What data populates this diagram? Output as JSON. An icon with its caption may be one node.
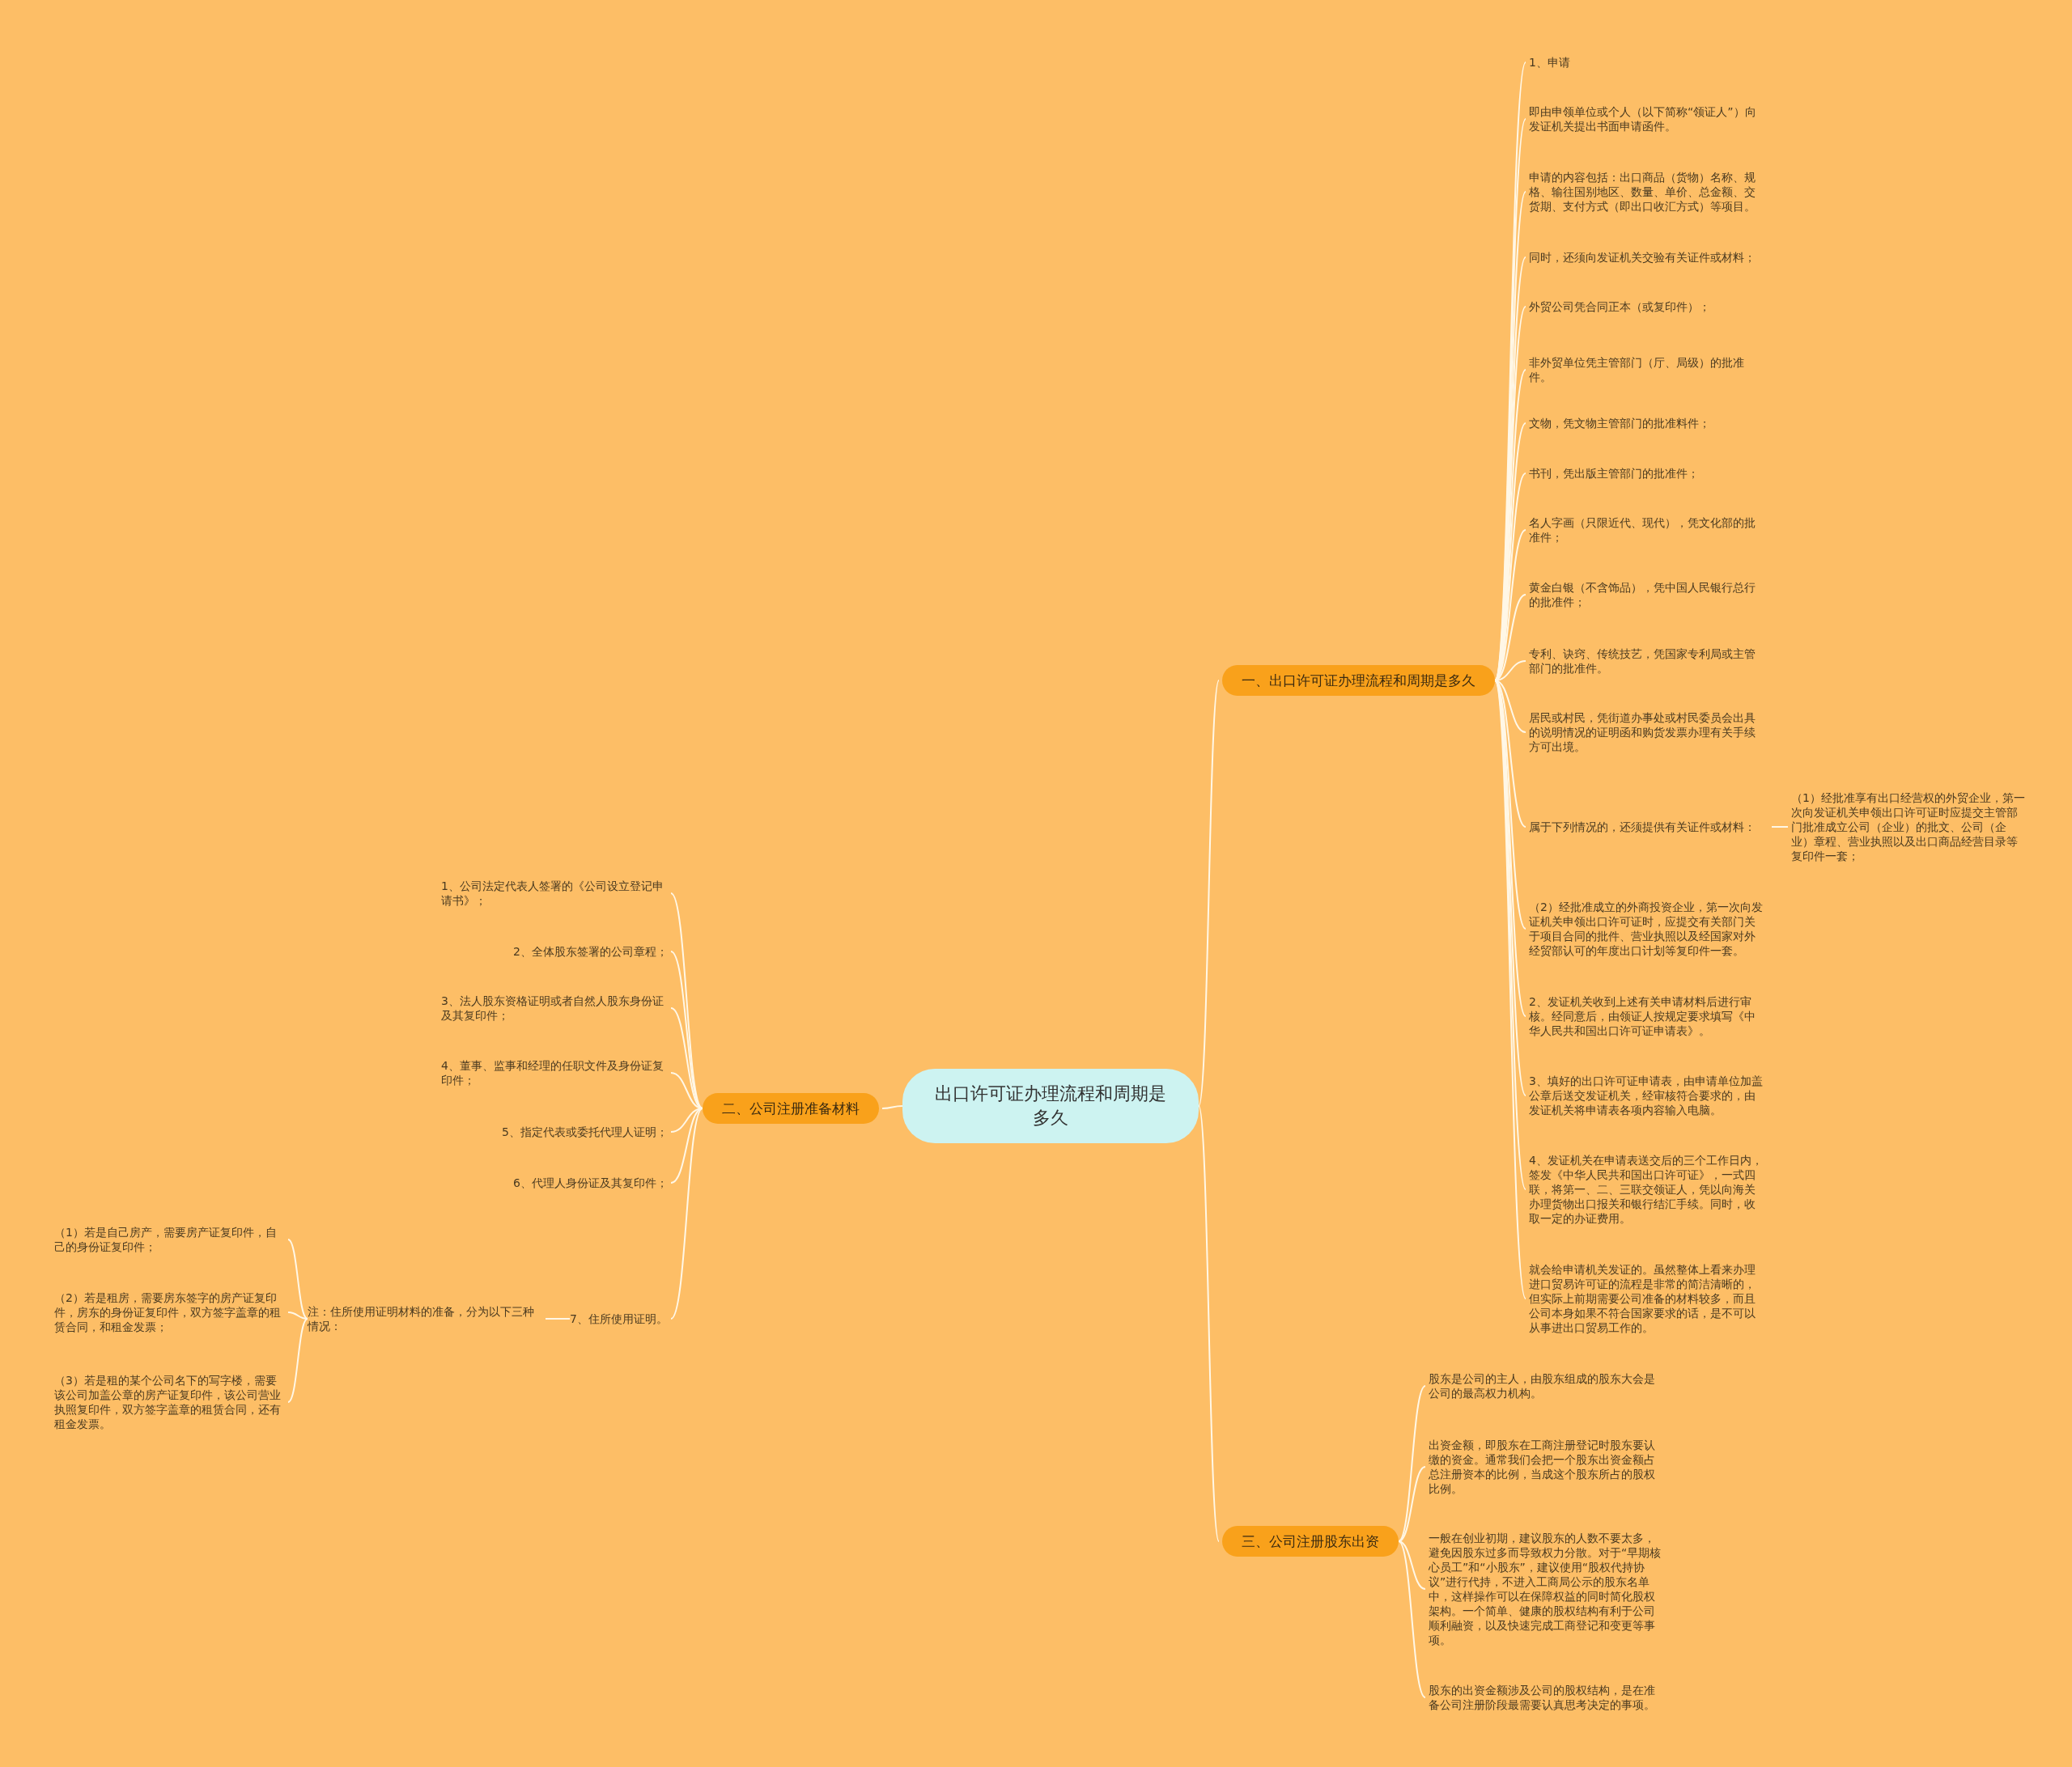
{
  "diagram": {
    "nodes": [
      {
        "text": [
          "出口许可证办理流程和周期是多久"
        ]
      },
      {
        "text": [
          "一、出口许可证办理流程和周期是多久"
        ]
      },
      {
        "text": [
          "1、申请"
        ]
      },
      {
        "text": [
          "即由申领单位或个人（以下简称“领证人”）向发证机关提出书面申请函件。"
        ]
      },
      {
        "text": [
          "申请的内容包括：出口商品（货物）名称、规格、输往国别地区、数量、单价、总金额、交货期、支付方式（即出口收汇方式）等项目。"
        ]
      },
      {
        "text": [
          "同时，还须向发证机关交验有关证件或材料；"
        ]
      },
      {
        "text": [
          "外贸公司凭合同正本（或复印件）；"
        ]
      },
      {
        "text": [
          "非外贸单位凭主管部门（厅、局级）的批准件。"
        ]
      },
      {
        "text": [
          "文物，凭文物主管部门的批准料件；"
        ]
      },
      {
        "text": [
          "书刊，凭出版主管部门的批准件；"
        ]
      },
      {
        "text": [
          "名人字画（只限近代、现代），凭文化部的批准件；"
        ]
      },
      {
        "text": [
          "黄金白银（不含饰品），凭中国人民银行总行的批准件；"
        ]
      },
      {
        "text": [
          "专利、诀窍、传统技艺，凭国家专利局或主管部门的批准件。"
        ]
      },
      {
        "text": [
          "居民或村民，凭街道办事处或村民委员会出具的说明情况的证明函和购货发票办理有关手续方可出境。"
        ]
      },
      {
        "text": [
          "属于下列情况的，还须提供有关证件或材料："
        ]
      },
      {
        "text": [
          "（1）经批准享有出口经营权的外贸企业，第一次向发证机关申领出口许可证时应提交主管部门批准成立公司（企业）的批文、公司（企业）章程、营业执照以及出口商品经营目录等复印件一套；"
        ]
      },
      {
        "text": [
          "（2）经批准成立的外商投资企业，第一次向发证机关申领出口许可证时，应提交有关部门关于项目合同的批件、营业执照以及经国家对外经贸部认可的年度出口计划等复印件一套。"
        ]
      },
      {
        "text": [
          "2、发证机关收到上述有关申请材料后进行审核。经同意后，由领证人按规定要求填写《中华人民共和国出口许可证申请表》。"
        ]
      },
      {
        "text": [
          "3、填好的出口许可证申请表，由申请单位加盖公章后送交发证机关，经审核符合要求的，由发证机关将申请表各项内容输入电脑。"
        ]
      },
      {
        "text": [
          "4、发证机关在申请表送交后的三个工作日内，签发《中华人民共和国出口许可证》，一式四联，将第一、二、三联交领证人，凭以向海关办理货物出口报关和银行结汇手续。同时，收取一定的办证费用。"
        ]
      },
      {
        "text": [
          "就会给申请机关发证的。虽然整体上看来办理进口贸易许可证的流程是非常的简洁清晰的，但实际上前期需要公司准备的材料较多，而且公司本身如果不符合国家要求的话，是不可以从事进出口贸易工作的。"
        ]
      },
      {
        "text": [
          "二、公司注册准备材料"
        ]
      },
      {
        "text": [
          "1、公司法定代表人签署的《公司设立登记申请书》；"
        ]
      },
      {
        "text": [
          "2、全体股东签署的公司章程；"
        ]
      },
      {
        "text": [
          "3、法人股东资格证明或者自然人股东身份证及其复印件；"
        ]
      },
      {
        "text": [
          "4、董事、监事和经理的任职文件及身份证复印件；"
        ]
      },
      {
        "text": [
          "5、指定代表或委托代理人证明；"
        ]
      },
      {
        "text": [
          "6、代理人身份证及其复印件；"
        ]
      },
      {
        "text": [
          "7、住所使用证明。"
        ]
      },
      {
        "text": [
          "注：住所使用证明材料的准备，分为以下三种情况："
        ]
      },
      {
        "text": [
          "（1）若是自己房产，需要房产证复印件，自己的身份证复印件；"
        ]
      },
      {
        "text": [
          "（2）若是租房，需要房东签字的房产证复印件，房东的身份证复印件，双方签字盖章的租赁合同，和租金发票；"
        ]
      },
      {
        "text": [
          "（3）若是租的某个公司名下的写字楼，需要该公司加盖公章的房产证复印件，该公司营业执照复印件，双方签字盖章的租赁合同，还有租金发票。"
        ]
      },
      {
        "text": [
          "三、公司注册股东出资"
        ]
      },
      {
        "text": [
          "股东是公司的主人，由股东组成的股东大会是公司的最高权力机构。"
        ]
      },
      {
        "text": [
          "出资金额，即股东在工商注册登记时股东要认缴的资金。通常我们会把一个股东出资金额占总注册资本的比例，当成这个股东所占的股权比例。"
        ]
      },
      {
        "text": [
          "一般在创业初期，建议股东的人数不要太多，避免因股东过多而导致权力分散。对于“早期核心员工”和“小股东”，建议使用“股权代持协议”进行代持，不进入工商局公示的股东名单中，这样操作可以在保障权益的同时简化股权架构。一个简单、健康的股权结构有利于公司顺利融资，以及快速完成工商登记和变更等事项。"
        ]
      },
      {
        "text": [
          "股东的出资金额涉及公司的股权结构，是在准备公司注册阶段最需要认真思考决定的事项。"
        ]
      }
    ],
    "edges": [
      {
        "from": 0,
        "to": 1,
        "arrow": "none"
      },
      {
        "from": 1,
        "to": 2,
        "arrow": "none"
      },
      {
        "from": 1,
        "to": 3,
        "arrow": "none"
      },
      {
        "from": 1,
        "to": 4,
        "arrow": "none"
      },
      {
        "from": 1,
        "to": 5,
        "arrow": "none"
      },
      {
        "from": 1,
        "to": 6,
        "arrow": "none"
      },
      {
        "from": 1,
        "to": 7,
        "arrow": "none"
      },
      {
        "from": 1,
        "to": 8,
        "arrow": "none"
      },
      {
        "from": 1,
        "to": 9,
        "arrow": "none"
      },
      {
        "from": 1,
        "to": 10,
        "arrow": "none"
      },
      {
        "from": 1,
        "to": 11,
        "arrow": "none"
      },
      {
        "from": 1,
        "to": 12,
        "arrow": "none"
      },
      {
        "from": 1,
        "to": 13,
        "arrow": "none"
      },
      {
        "from": 1,
        "to": 14,
        "arrow": "none"
      },
      {
        "from": 14,
        "to": 15,
        "arrow": "none"
      },
      {
        "from": 1,
        "to": 16,
        "arrow": "none"
      },
      {
        "from": 1,
        "to": 17,
        "arrow": "none"
      },
      {
        "from": 1,
        "to": 18,
        "arrow": "none"
      },
      {
        "from": 1,
        "to": 19,
        "arrow": "none"
      },
      {
        "from": 1,
        "to": 20,
        "arrow": "none"
      },
      {
        "from": 0,
        "to": 21,
        "arrow": "none"
      },
      {
        "from": 21,
        "to": 22,
        "arrow": "none"
      },
      {
        "from": 21,
        "to": 23,
        "arrow": "none"
      },
      {
        "from": 21,
        "to": 24,
        "arrow": "none"
      },
      {
        "from": 21,
        "to": 25,
        "arrow": "none"
      },
      {
        "from": 21,
        "to": 26,
        "arrow": "none"
      },
      {
        "from": 21,
        "to": 27,
        "arrow": "none"
      },
      {
        "from": 21,
        "to": 28,
        "arrow": "none"
      },
      {
        "from": 28,
        "to": 29,
        "arrow": "none"
      },
      {
        "from": 29,
        "to": 30,
        "arrow": "none"
      },
      {
        "from": 29,
        "to": 31,
        "arrow": "none"
      },
      {
        "from": 29,
        "to": 32,
        "arrow": "none"
      },
      {
        "from": 0,
        "to": 33,
        "arrow": "none"
      },
      {
        "from": 33,
        "to": 34,
        "arrow": "none"
      },
      {
        "from": 33,
        "to": 35,
        "arrow": "none"
      },
      {
        "from": 33,
        "to": 36,
        "arrow": "none"
      },
      {
        "from": 33,
        "to": 37,
        "arrow": "none"
      }
    ]
  }
}
